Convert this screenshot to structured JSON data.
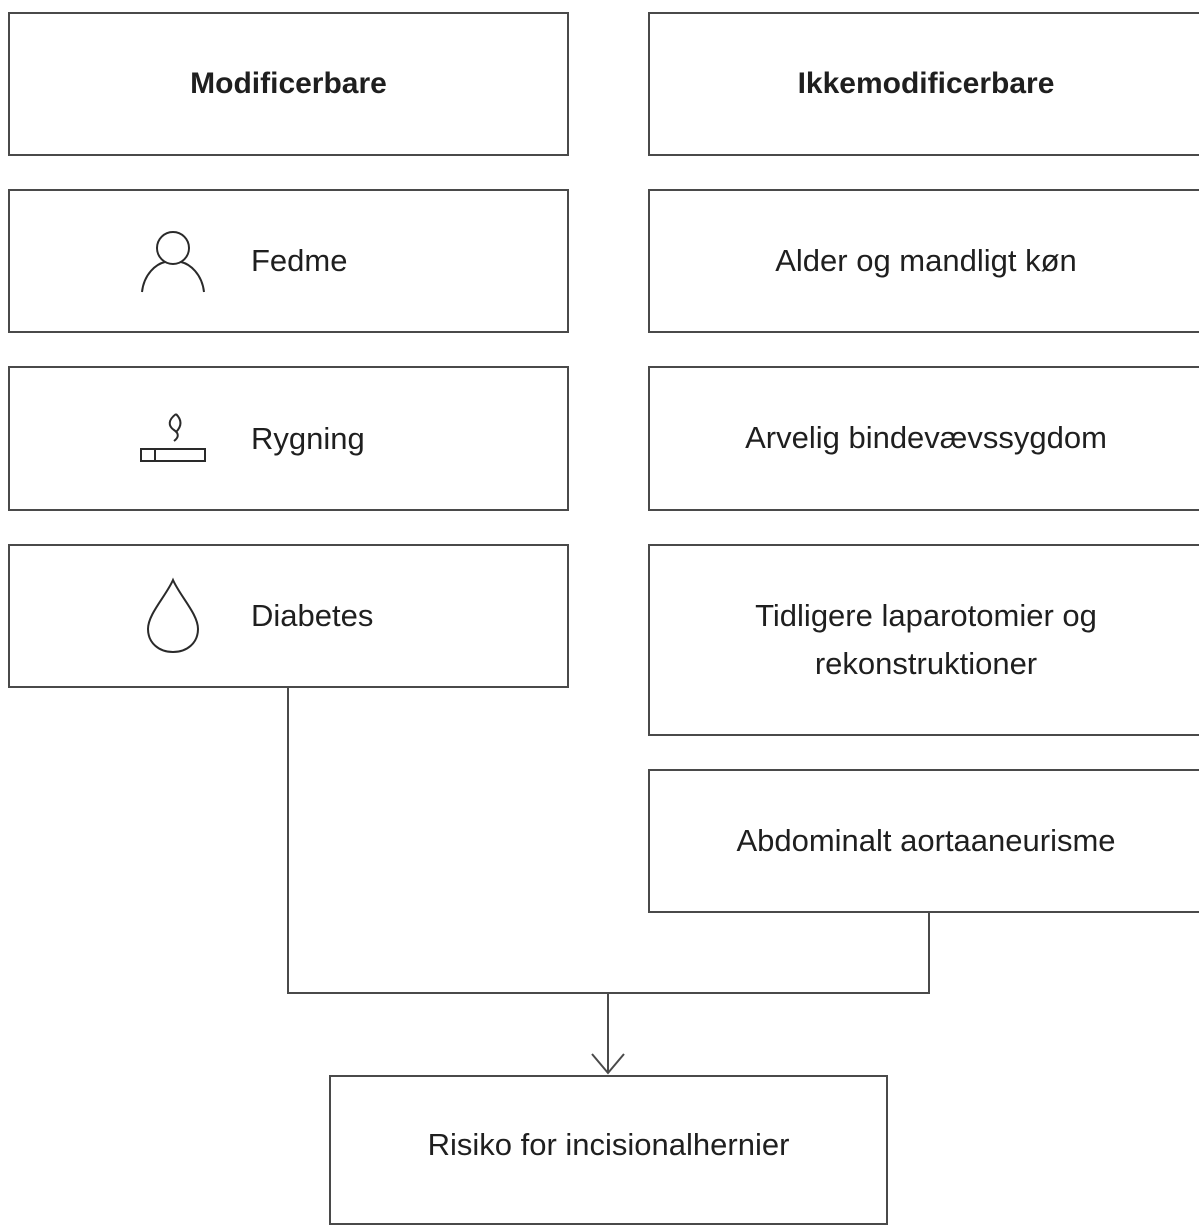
{
  "left_column": {
    "heading": "Modificerbare",
    "items": [
      {
        "label": "Fedme",
        "icon": "person-icon"
      },
      {
        "label": "Rygning",
        "icon": "cigarette-icon"
      },
      {
        "label": "Diabetes",
        "icon": "drop-icon"
      }
    ]
  },
  "right_column": {
    "heading": "Ikkemodificerbare",
    "items": [
      {
        "label": "Alder og mandligt køn"
      },
      {
        "label": "Arvelig bindevævssygdom"
      },
      {
        "label": "Tidligere laparotomier og rekonstruktioner"
      },
      {
        "label": "Abdominalt aortaaneurisme"
      }
    ]
  },
  "result": {
    "label": "Risiko for incisionalhernier"
  }
}
